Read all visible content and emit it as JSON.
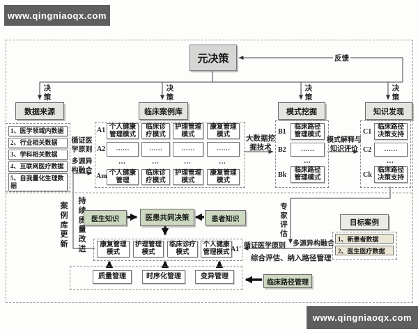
{
  "banner": {
    "text_top": "www.qingniaoqx.com",
    "text_bottom": "www.qingniaoqx.com"
  },
  "root": {
    "meta": "元决策",
    "feedback": "反馈",
    "decision": "决策"
  },
  "headers": {
    "data_source": "数据来源",
    "case_library": "临床案例库",
    "pattern_mining": "模式挖掘",
    "knowledge_discovery": "知识发现"
  },
  "data_source_items": [
    "1、医学领域内数据",
    "2、行业相关数据",
    "3、学科相关数据",
    "4、互联网医疗数据",
    "5、自我量化生理数据"
  ],
  "case_library_grid": {
    "row_labels": [
      "A1",
      "A2",
      "Am"
    ],
    "row1": [
      "个人健康管理模式",
      "临床诊疗模式",
      "护理管理模式",
      "康复管理模式"
    ],
    "row2": [
      "……",
      "……",
      "……",
      "……"
    ],
    "dots": [
      "…",
      "…",
      "…",
      "…"
    ],
    "row3": [
      "个人健康管理",
      "临床诊疗模式",
      "护理管理模式",
      "康复管理模式"
    ]
  },
  "pattern_mining_col": {
    "labels": [
      "B1",
      "B2",
      "Bk"
    ],
    "cells": [
      "临床路径管理模式",
      "……",
      "临床路径管理模式"
    ],
    "dots": "…"
  },
  "knowledge_col": {
    "labels": [
      "C1",
      "C2",
      "Ck"
    ],
    "cells": [
      "临床路径决策支持",
      "……",
      "临床路径决策支持"
    ],
    "dots": "…"
  },
  "flow_labels": {
    "evidence1": "循证医学原则",
    "fusion1": "多源异构融合",
    "bigdata": "大数据挖掘技术",
    "interpret": "模式解释与知识评价",
    "case_update": "案例库更新",
    "quality_improve": "持续质量改进",
    "expert": "专家评估",
    "evidence2": "循证医学原则",
    "fusion2": "多源异构融合",
    "comprehensive": "综合评估、纳入路径管理"
  },
  "shared_decision": {
    "doctor": "医生知识",
    "center": "医患共同决策",
    "patient": "患者知识"
  },
  "pathway_instance": {
    "cells": [
      "康复管理模式",
      "护理管理模式",
      "临床诊疗模式",
      "个人健康管理模式"
    ],
    "label": "A1′"
  },
  "management": {
    "cells": [
      "质量管理",
      "时序化管理",
      "变异管理"
    ]
  },
  "pathway_mgmt": "临床路径管理",
  "target_case": {
    "title": "目标案例",
    "items": [
      "1、新患者数据",
      "2、医生医疗数据"
    ]
  },
  "colors": {
    "accent_green": "#ccd8bf",
    "box_gray": "#e4e4e1",
    "beige": "#ece6d5",
    "banner_gray": "#5e5e5e"
  }
}
